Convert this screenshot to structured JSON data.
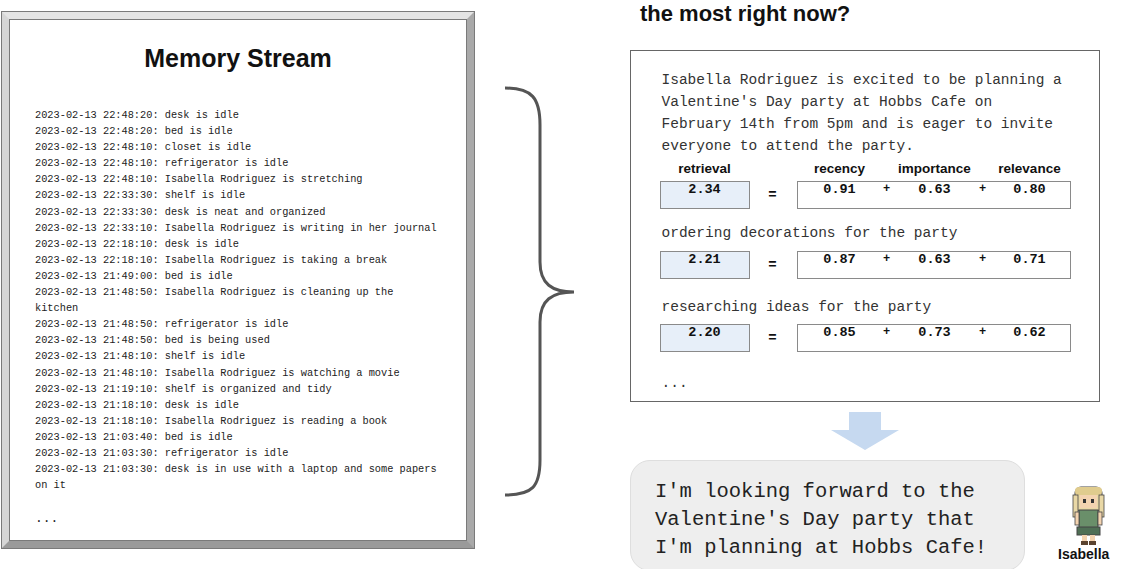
{
  "diagram": {
    "title": "the most right now?",
    "nodes": [
      {
        "text": [
          "Memory Stream",
          "2023-02-13 22:48:20: desk is idle",
          "2023-02-13 22:48:20: bed is idle",
          "2023-02-13 22:48:10: closet is idle",
          "2023-02-13 22:48:10: refrigerator is idle",
          "2023-02-13 22:48:10: Isabella Rodriguez is stretching",
          "2023-02-13 22:33:30: shelf is idle",
          "2023-02-13 22:33:30: desk is neat and organized",
          "2023-02-13 22:33:10: Isabella Rodriguez is writing in her journal",
          "2023-02-13 22:18:10: desk is idle",
          "2023-02-13 22:18:10: Isabella Rodriguez is taking a break",
          "2023-02-13 21:49:00: bed is idle",
          "2023-02-13 21:48:50: Isabella Rodriguez is cleaning up the kitchen",
          "2023-02-13 21:48:50: refrigerator is idle",
          "2023-02-13 21:48:50: bed is being used",
          "2023-02-13 21:48:10: shelf is idle",
          "2023-02-13 21:48:10: Isabella Rodriguez is watching a movie",
          "2023-02-13 21:19:10: shelf is organized and tidy",
          "2023-02-13 21:18:10: desk is idle",
          "2023-02-13 21:18:10: Isabella Rodriguez is reading a book",
          "2023-02-13 21:03:40: bed is idle",
          "2023-02-13 21:03:30: refrigerator is idle",
          "2023-02-13 21:03:30: desk is in use with a laptop and some papers on it",
          "..."
        ]
      },
      {
        "text": [
          "Isabella Rodriguez is excited to be planning a Valentine's Day party at Hobbs Cafe on February 14th from 5pm and is eager to invite everyone to attend the party.",
          "retrieval",
          "recency",
          "importance",
          "relevance",
          "=",
          "ordering decorations for the party",
          "=",
          "researching ideas for the party",
          "=",
          "..."
        ]
      },
      {
        "text": [
          "2.34"
        ],
        "in": 1
      },
      {
        "text": [
          "0.91",
          "+",
          "0.63",
          "+",
          "0.80"
        ],
        "in": 1
      },
      {
        "text": [
          "2.21"
        ],
        "in": 1
      },
      {
        "text": [
          "0.87",
          "+",
          "0.63",
          "+",
          "0.71"
        ],
        "in": 1
      },
      {
        "text": [
          "2.20"
        ],
        "in": 1
      },
      {
        "text": [
          "0.85",
          "+",
          "0.73",
          "+",
          "0.62"
        ],
        "in": 1
      },
      {
        "text": [
          "I'm looking forward to the Valentine's Day party that I'm planning at Hobbs Cafe!"
        ]
      }
    ],
    "edges": [
      {
        "from": 1,
        "to": 8,
        "arrow": "to"
      }
    ],
    "labels": [
      "Isabella"
    ]
  }
}
